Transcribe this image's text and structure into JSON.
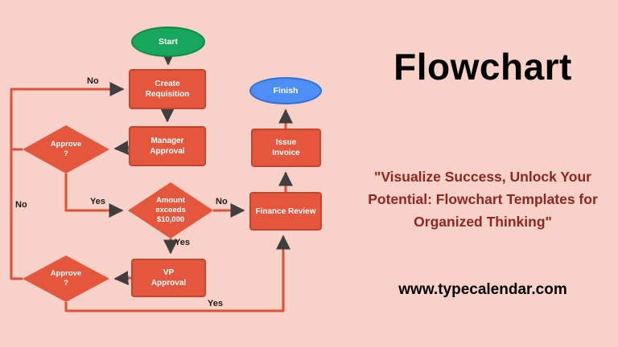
{
  "colors": {
    "background": "#f8d2c8",
    "node_fill": "#e4573c",
    "node_border": "#c2452c",
    "edge_line": "#dc5338",
    "arrowhead": "#3f3f3f",
    "start_fill": "#17a75b",
    "finish_fill": "#4d8ef7",
    "quote_text": "#8c2722",
    "title_text": "#000000"
  },
  "flowchart": {
    "nodes": {
      "start": "Start",
      "create_requisition": "Create\nRequisition",
      "manager_approval": "Manager\nApproval",
      "approve_manager": "Approve\n?",
      "amount_exceeds": "Amount\nexceeds\n$10,000",
      "vp_approval": "VP\nApproval",
      "approve_vp": "Approve\n?",
      "finance_review": "Finance Review",
      "issue_invoice": "Issue\nInvoice",
      "finish": "Finish"
    },
    "edge_labels": {
      "no_top": "No",
      "no_left": "No",
      "yes_to_amount": "Yes",
      "no_to_finance": "No",
      "yes_to_vp": "Yes",
      "yes_to_finance": "Yes"
    }
  },
  "panel": {
    "title": "Flowchart",
    "quote": "\"Visualize Success, Unlock Your Potential: Flowchart Templates for Organized Thinking\"",
    "website": "www.typecalendar.com"
  }
}
